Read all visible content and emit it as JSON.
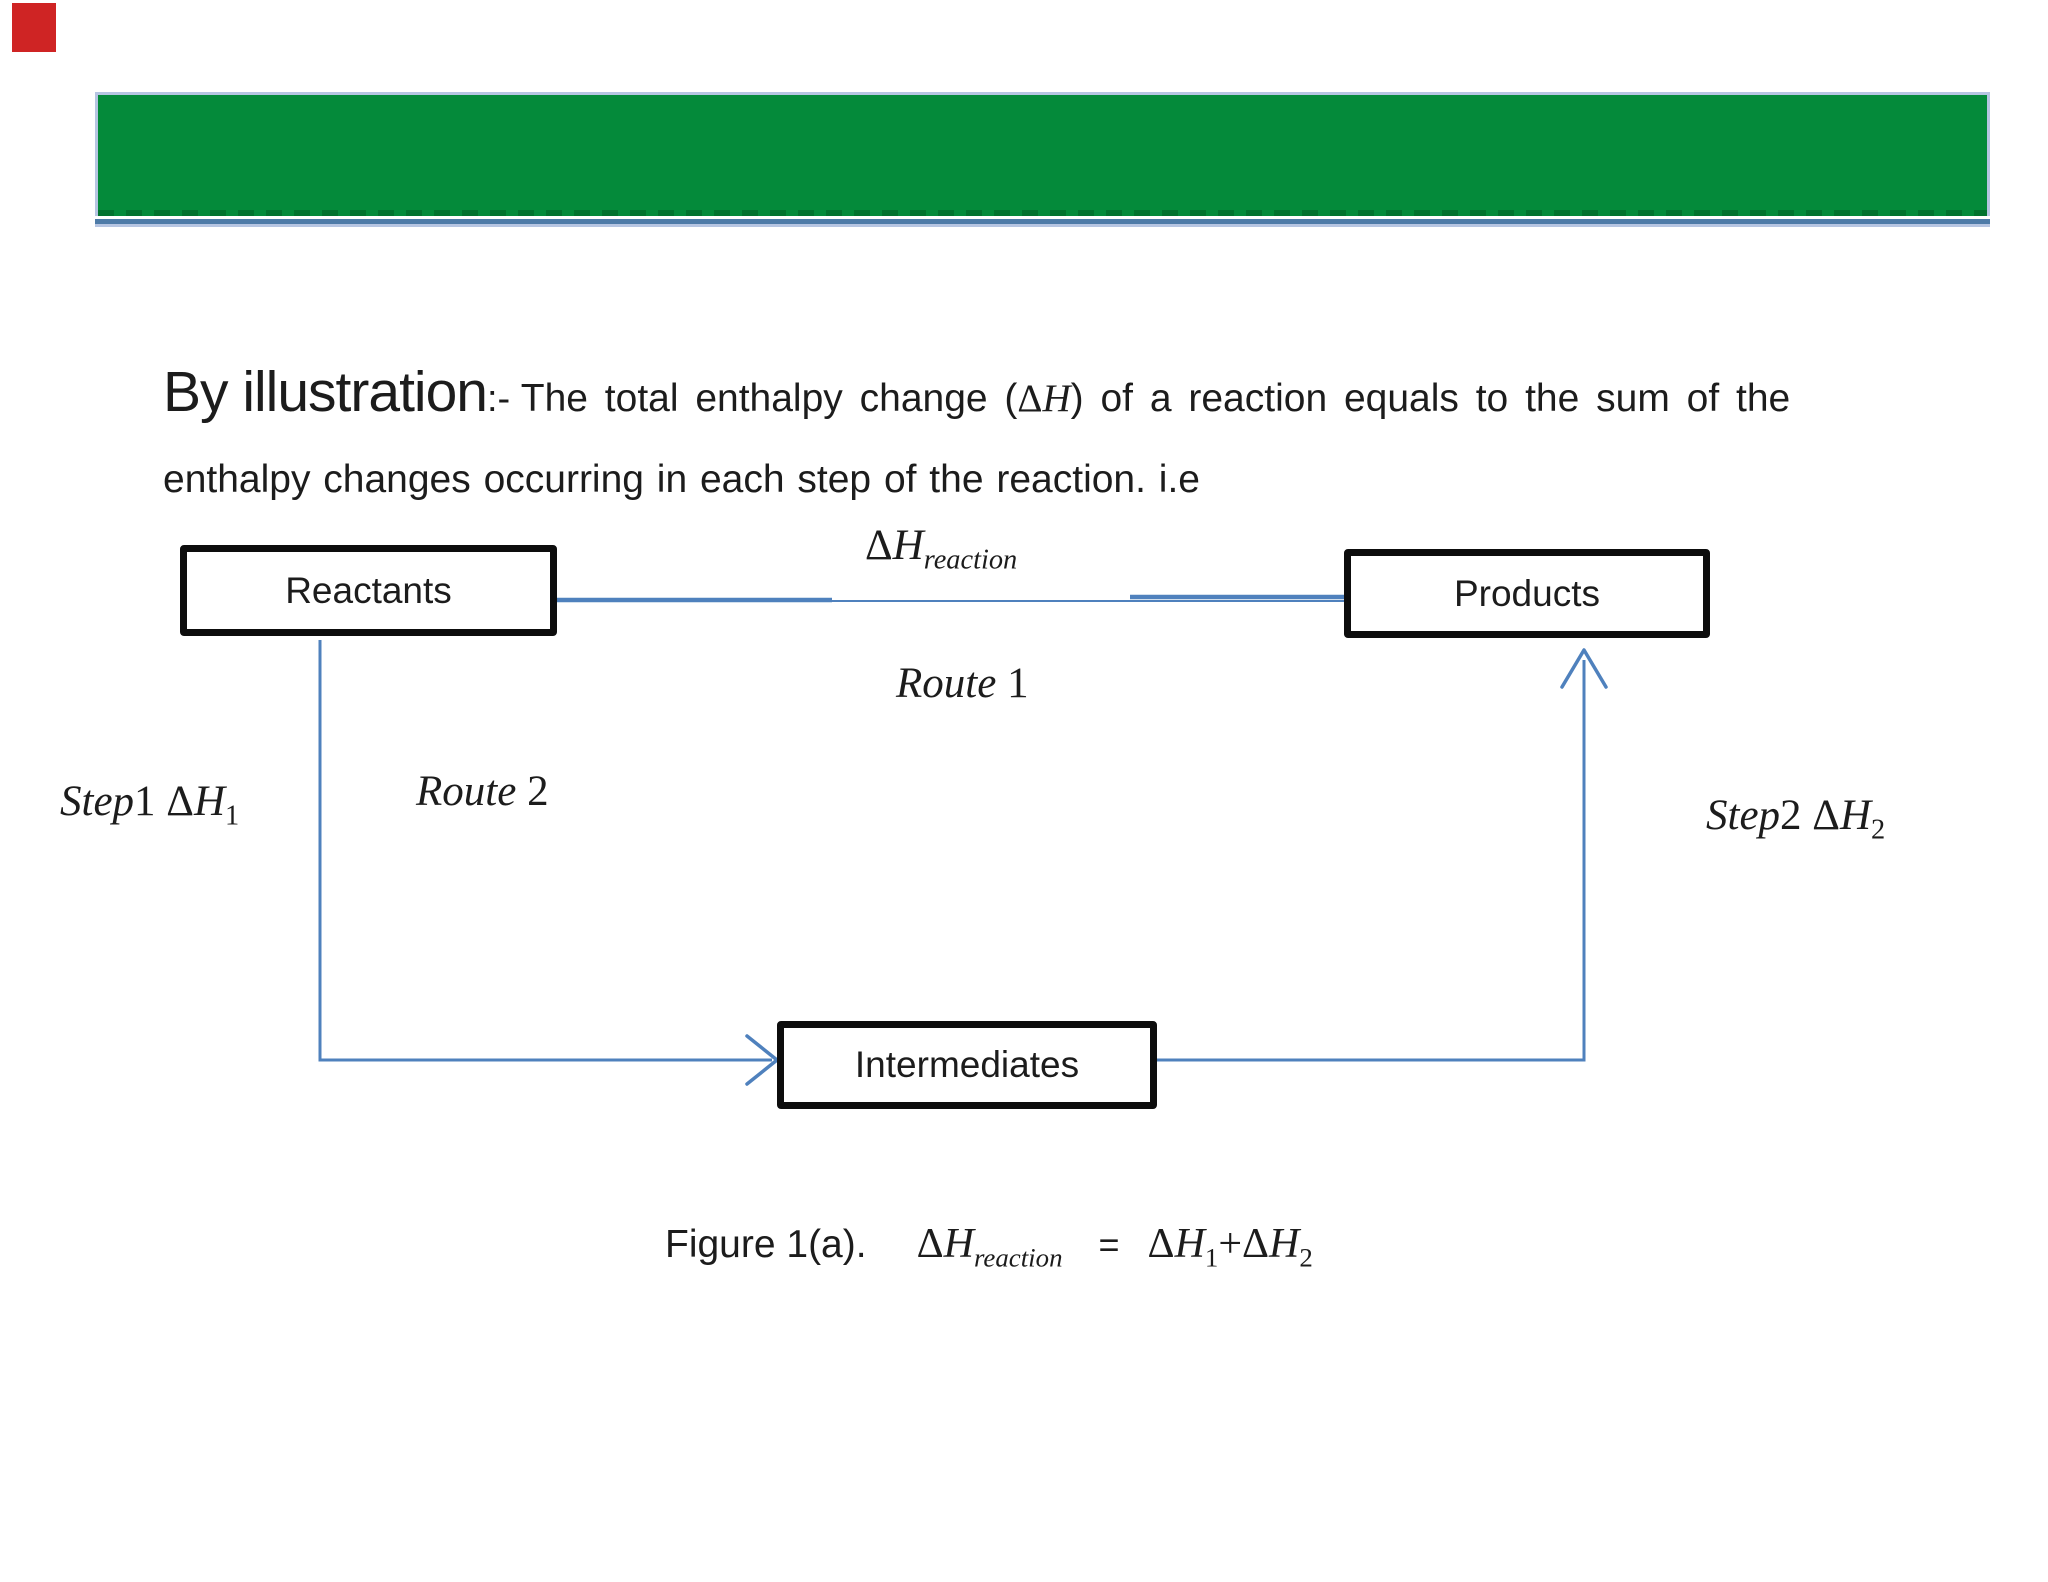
{
  "colors": {
    "background": "#ffffff",
    "accent_blue": "#4f81bd",
    "banner_green": "#048a3a",
    "banner_border_light": "#b6c5e2",
    "banner_border_dark": "#4e7ba8",
    "box_border": "#0d0d0d",
    "text": "#1c1c1c",
    "red_marker": "#cf2424"
  },
  "intro": {
    "lead": "By illustration",
    "colon": ":- ",
    "seg1": "The total enthalpy change (",
    "math_delta": "Δ",
    "math_h": "H",
    "seg2": ") of a reaction equals to the sum of the",
    "line2": "enthalpy changes occurring in each step of the reaction. i.e"
  },
  "diagram": {
    "nodes": [
      {
        "id": "reactants",
        "label": "Reactants"
      },
      {
        "id": "products",
        "label": "Products"
      },
      {
        "id": "intermediates",
        "label": "Intermediates"
      }
    ],
    "labels": {
      "dh_reaction": {
        "delta": "Δ",
        "h": "H",
        "sub": "reaction"
      },
      "route1": {
        "word": "Route",
        "num": " 1"
      },
      "route2": {
        "word": "Route",
        "num": " 2"
      },
      "step1": {
        "word": "Step",
        "num": "1",
        "delta": " Δ",
        "h": "H",
        "sub": "1"
      },
      "step2": {
        "word": "Step",
        "num": "2",
        "delta": " Δ",
        "h": "H",
        "sub": "2"
      }
    }
  },
  "caption": {
    "figure": "Figure 1(a).",
    "lhs_delta": "Δ",
    "lhs_h": "H",
    "lhs_sub": "reaction",
    "equals": "=",
    "t1_delta": "Δ",
    "t1_h": "H",
    "t1_sub": "1",
    "plus": "+",
    "t2_delta": "Δ",
    "t2_h": "H",
    "t2_sub": "2"
  }
}
